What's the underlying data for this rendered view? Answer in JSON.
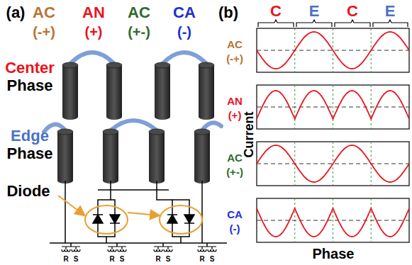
{
  "diagram": {
    "labels": [
      "(a)",
      "AC",
      "AN",
      "AC",
      "CA",
      "(-+)",
      "(+)",
      "(+-)",
      "(-)",
      "Center",
      "Phase",
      "Edge",
      "Phase",
      "Diode",
      "R",
      "S",
      "R",
      "S",
      "R",
      "S",
      "R",
      "S",
      "(b)",
      "C",
      "E",
      "C",
      "E",
      "AC",
      "(-+)",
      "AN",
      "(+)",
      "AC",
      "(+-)",
      "CA",
      "(-)",
      "Current",
      "Phase"
    ]
  }
}
